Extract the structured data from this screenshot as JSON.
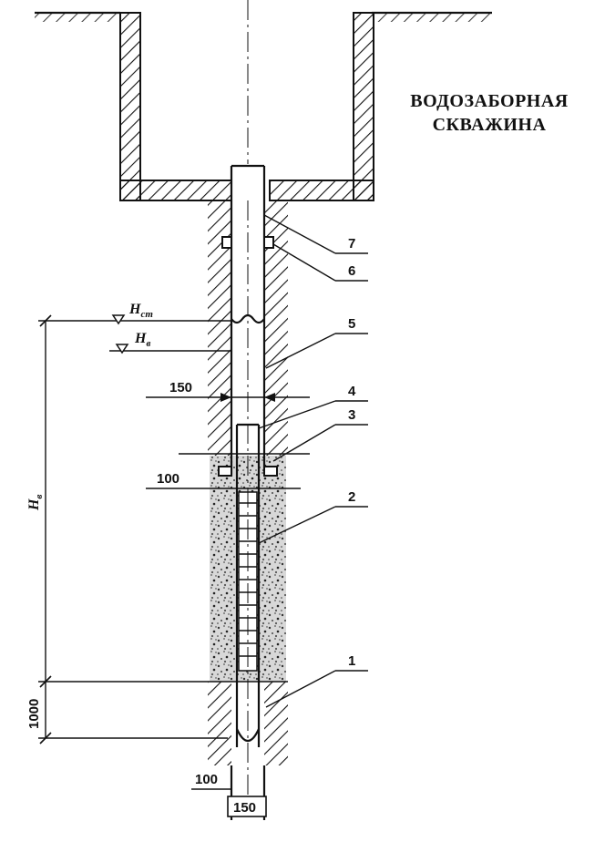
{
  "title": {
    "line1": "ВОДОЗАБОРНАЯ",
    "line2": "СКВАЖИНА"
  },
  "callouts": [
    "1",
    "2",
    "3",
    "4",
    "5",
    "6",
    "7"
  ],
  "levels": {
    "static": "H",
    "static_sub": "ст",
    "dynamic": "H",
    "dynamic_sub": "в"
  },
  "dimensions": {
    "pipe_dia_top": "150",
    "pipe_dia_bottom": "150",
    "seal_height": "100",
    "bottom_gap": "100",
    "sump_length": "1000",
    "filter_zone": "H",
    "filter_zone_sub": "в"
  }
}
